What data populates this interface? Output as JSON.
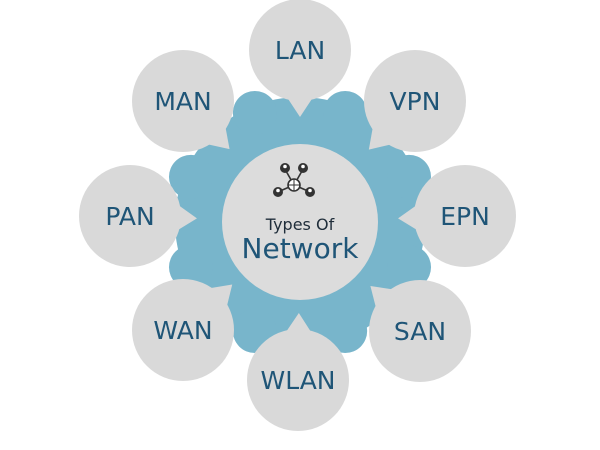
{
  "center": {
    "line1": "Types Of",
    "line2": "Network",
    "icon": "network-people-icon"
  },
  "nodes": [
    {
      "label": "LAN"
    },
    {
      "label": "VPN"
    },
    {
      "label": "EPN"
    },
    {
      "label": "SAN"
    },
    {
      "label": "WLAN"
    },
    {
      "label": "WAN"
    },
    {
      "label": "PAN"
    },
    {
      "label": "MAN"
    }
  ],
  "colors": {
    "ring": "#78b5cb",
    "bubble": "#d9d9d9",
    "center": "#dcdcdc",
    "label": "#1f5577"
  }
}
